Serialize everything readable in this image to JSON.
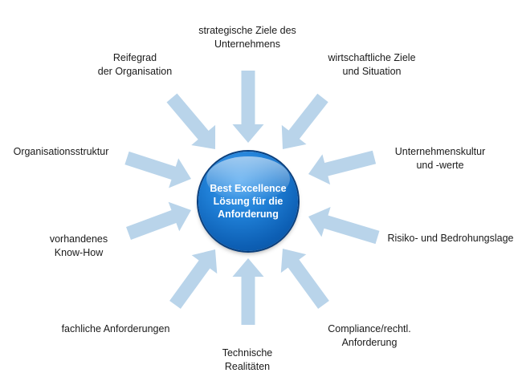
{
  "diagram": {
    "center": {
      "lines": [
        "Best Excellence",
        "Lösung für die",
        "Anforderung"
      ]
    },
    "factors": [
      {
        "id": "strategic-goals",
        "lines": [
          "strategische Ziele des",
          "Unternehmens"
        ]
      },
      {
        "id": "economic-goals",
        "lines": [
          "wirtschaftliche Ziele",
          "und Situation"
        ]
      },
      {
        "id": "corporate-culture",
        "lines": [
          "Unternehmenskultur",
          "und -werte"
        ]
      },
      {
        "id": "risk",
        "lines": [
          "Risiko- und Bedrohungslage"
        ]
      },
      {
        "id": "compliance",
        "lines": [
          "Compliance/rechtl.",
          "Anforderung"
        ]
      },
      {
        "id": "technical",
        "lines": [
          "Technische",
          "Realitäten"
        ]
      },
      {
        "id": "functional",
        "lines": [
          "fachliche Anforderungen"
        ]
      },
      {
        "id": "know-how",
        "lines": [
          "vorhandenes",
          "Know-How"
        ]
      },
      {
        "id": "org-structure",
        "lines": [
          "Organisationsstruktur"
        ]
      },
      {
        "id": "maturity",
        "lines": [
          "Reifegrad",
          "der Organisation"
        ]
      }
    ],
    "colors": {
      "arrow": "#b9d4ea",
      "center_fill": "#1368c4",
      "center_text": "#ffffff",
      "label_text": "#1a1a1a"
    }
  }
}
